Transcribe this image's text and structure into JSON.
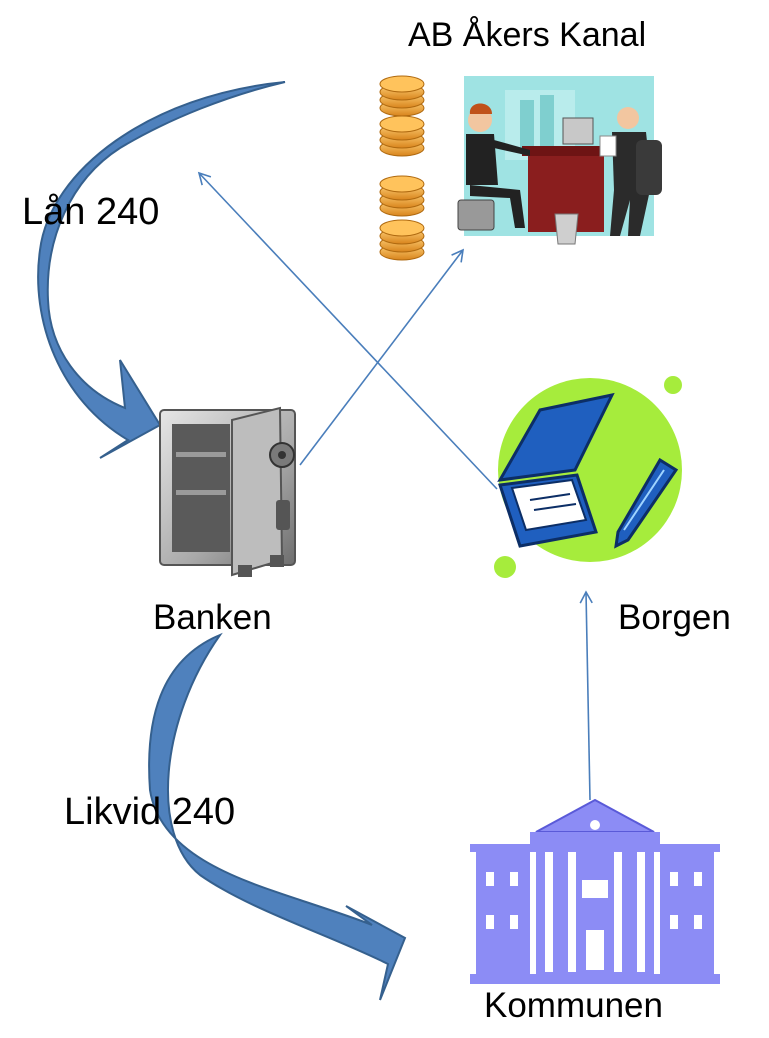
{
  "nodes": {
    "company": {
      "label": "AB Åkers Kanal"
    },
    "bank": {
      "label": "Banken"
    },
    "guarantee": {
      "label": "Borgen"
    },
    "municipality": {
      "label": "Kommunen"
    }
  },
  "flows": {
    "loan": {
      "label": "Lån 240"
    },
    "liquid": {
      "label": "Likvid 240"
    }
  },
  "colors": {
    "big_arrow_fill": "#4f81bd",
    "big_arrow_stroke": "#35608e",
    "connector": "#4a7ebb",
    "building": "#8c8cf5",
    "guarantee_circle": "#a6ec3c"
  }
}
